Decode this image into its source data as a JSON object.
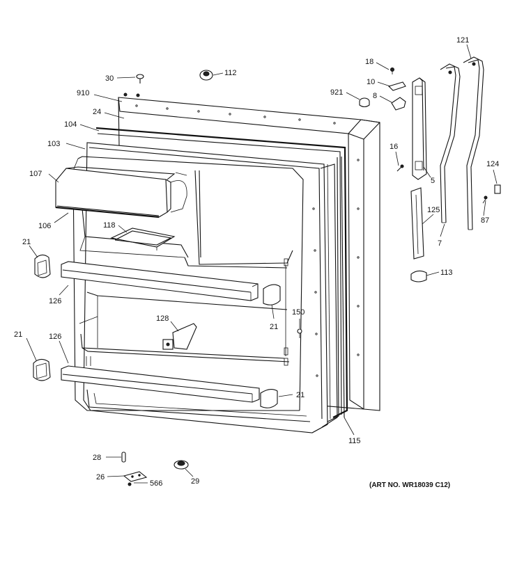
{
  "labels": {
    "l30": "30",
    "l112": "112",
    "l910": "910",
    "l24": "24",
    "l104": "104",
    "l103": "103",
    "l107": "107",
    "l106": "106",
    "l118": "118",
    "l21a": "21",
    "l21b": "21",
    "l21c": "21",
    "l21d": "21",
    "l126a": "126",
    "l126b": "126",
    "l128": "128",
    "l150": "150",
    "l115": "115",
    "l18": "18",
    "l10": "10",
    "l921": "921",
    "l8": "8",
    "l16": "16",
    "l5": "5",
    "l121": "121",
    "l124": "124",
    "l125": "125",
    "l87": "87",
    "l7": "7",
    "l113": "113",
    "l28": "28",
    "l26": "26",
    "l566": "566",
    "l29": "29"
  },
  "art_number": "(ART NO. WR18039 C12)"
}
